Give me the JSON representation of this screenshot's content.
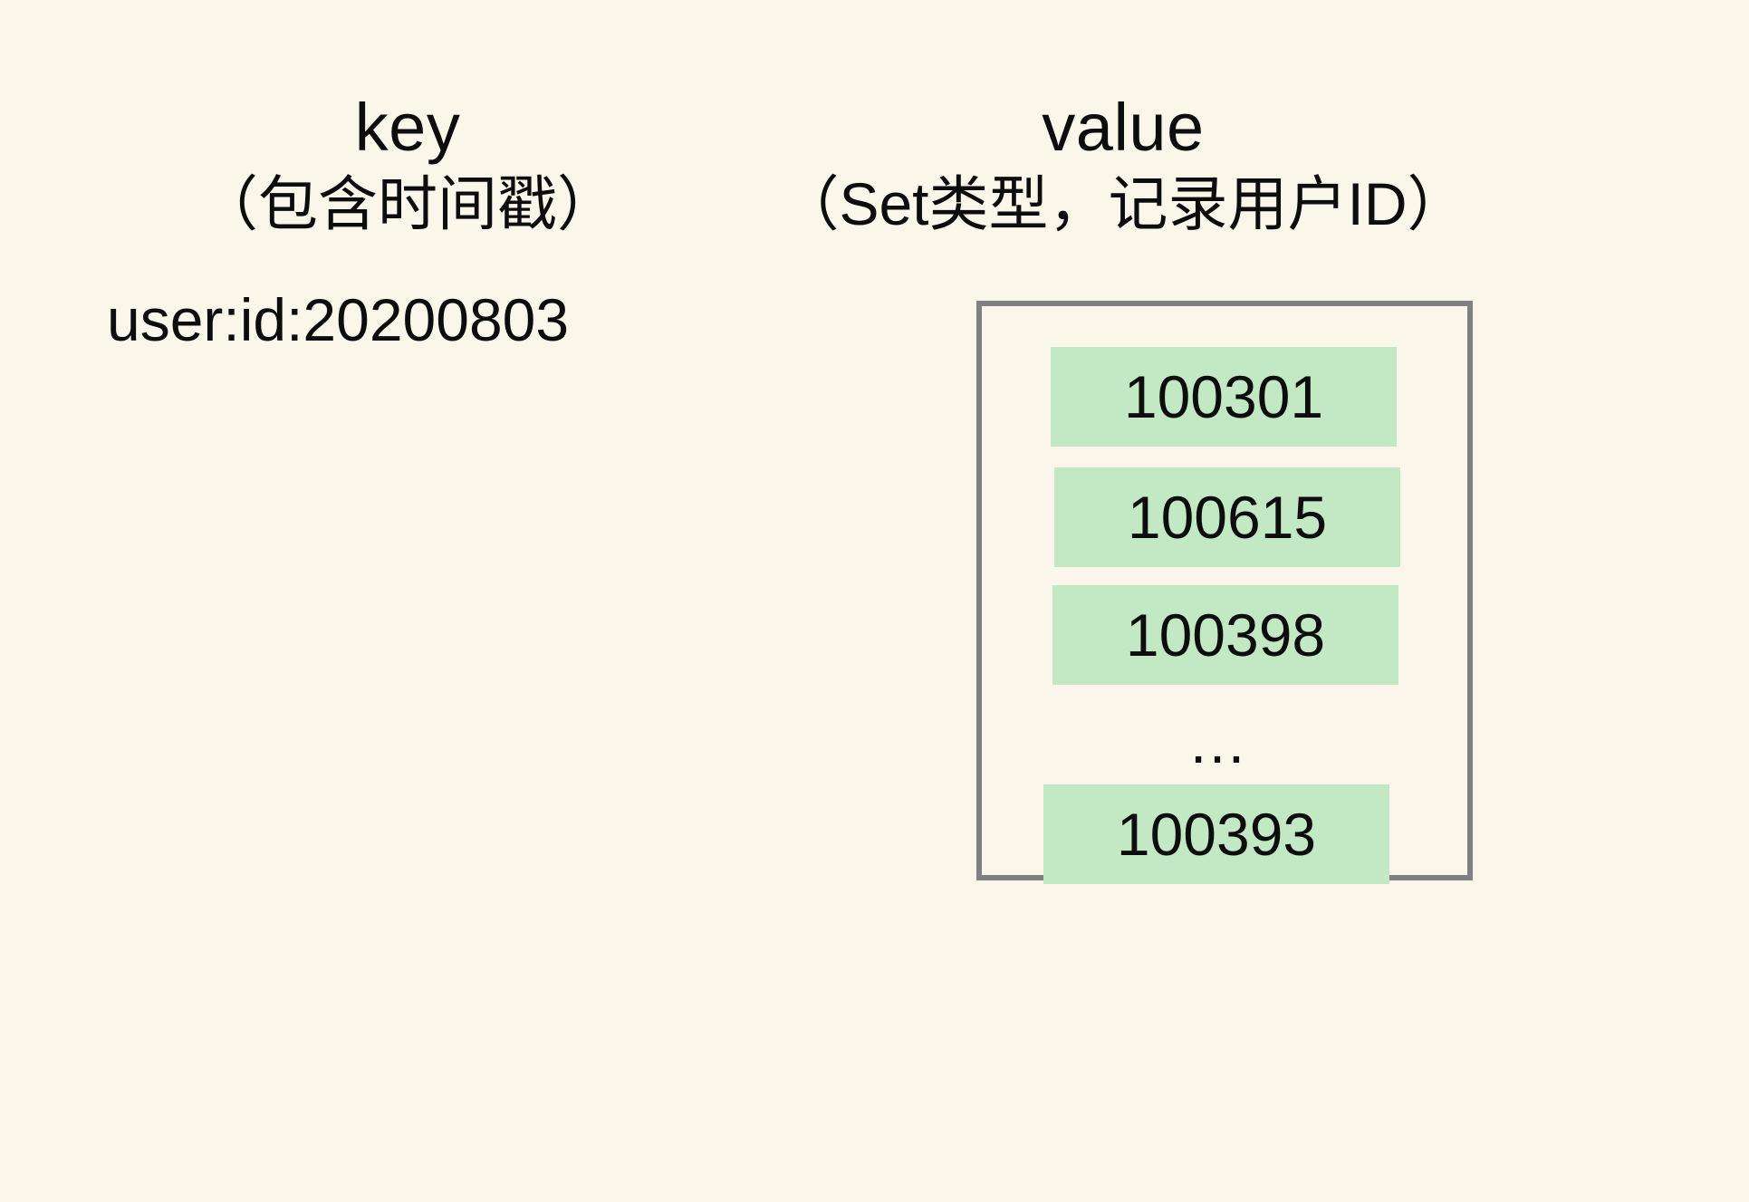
{
  "diagram": {
    "background_color": "#faf7ea",
    "text_color": "#0d0d0d",
    "box_border_color": "#808080",
    "chip_color": "#c3e8c4"
  },
  "key_column": {
    "title": "key",
    "subtitle": "（包含时间戳）",
    "value": "user:id:20200803"
  },
  "value_column": {
    "title": "value",
    "subtitle": "（Set类型，记录用户ID）",
    "set_items": [
      {
        "text": "100301",
        "kind": "chip"
      },
      {
        "text": "100615",
        "kind": "chip"
      },
      {
        "text": "100398",
        "kind": "chip"
      },
      {
        "text": "…",
        "kind": "ellipsis"
      },
      {
        "text": "100393",
        "kind": "chip"
      }
    ]
  }
}
